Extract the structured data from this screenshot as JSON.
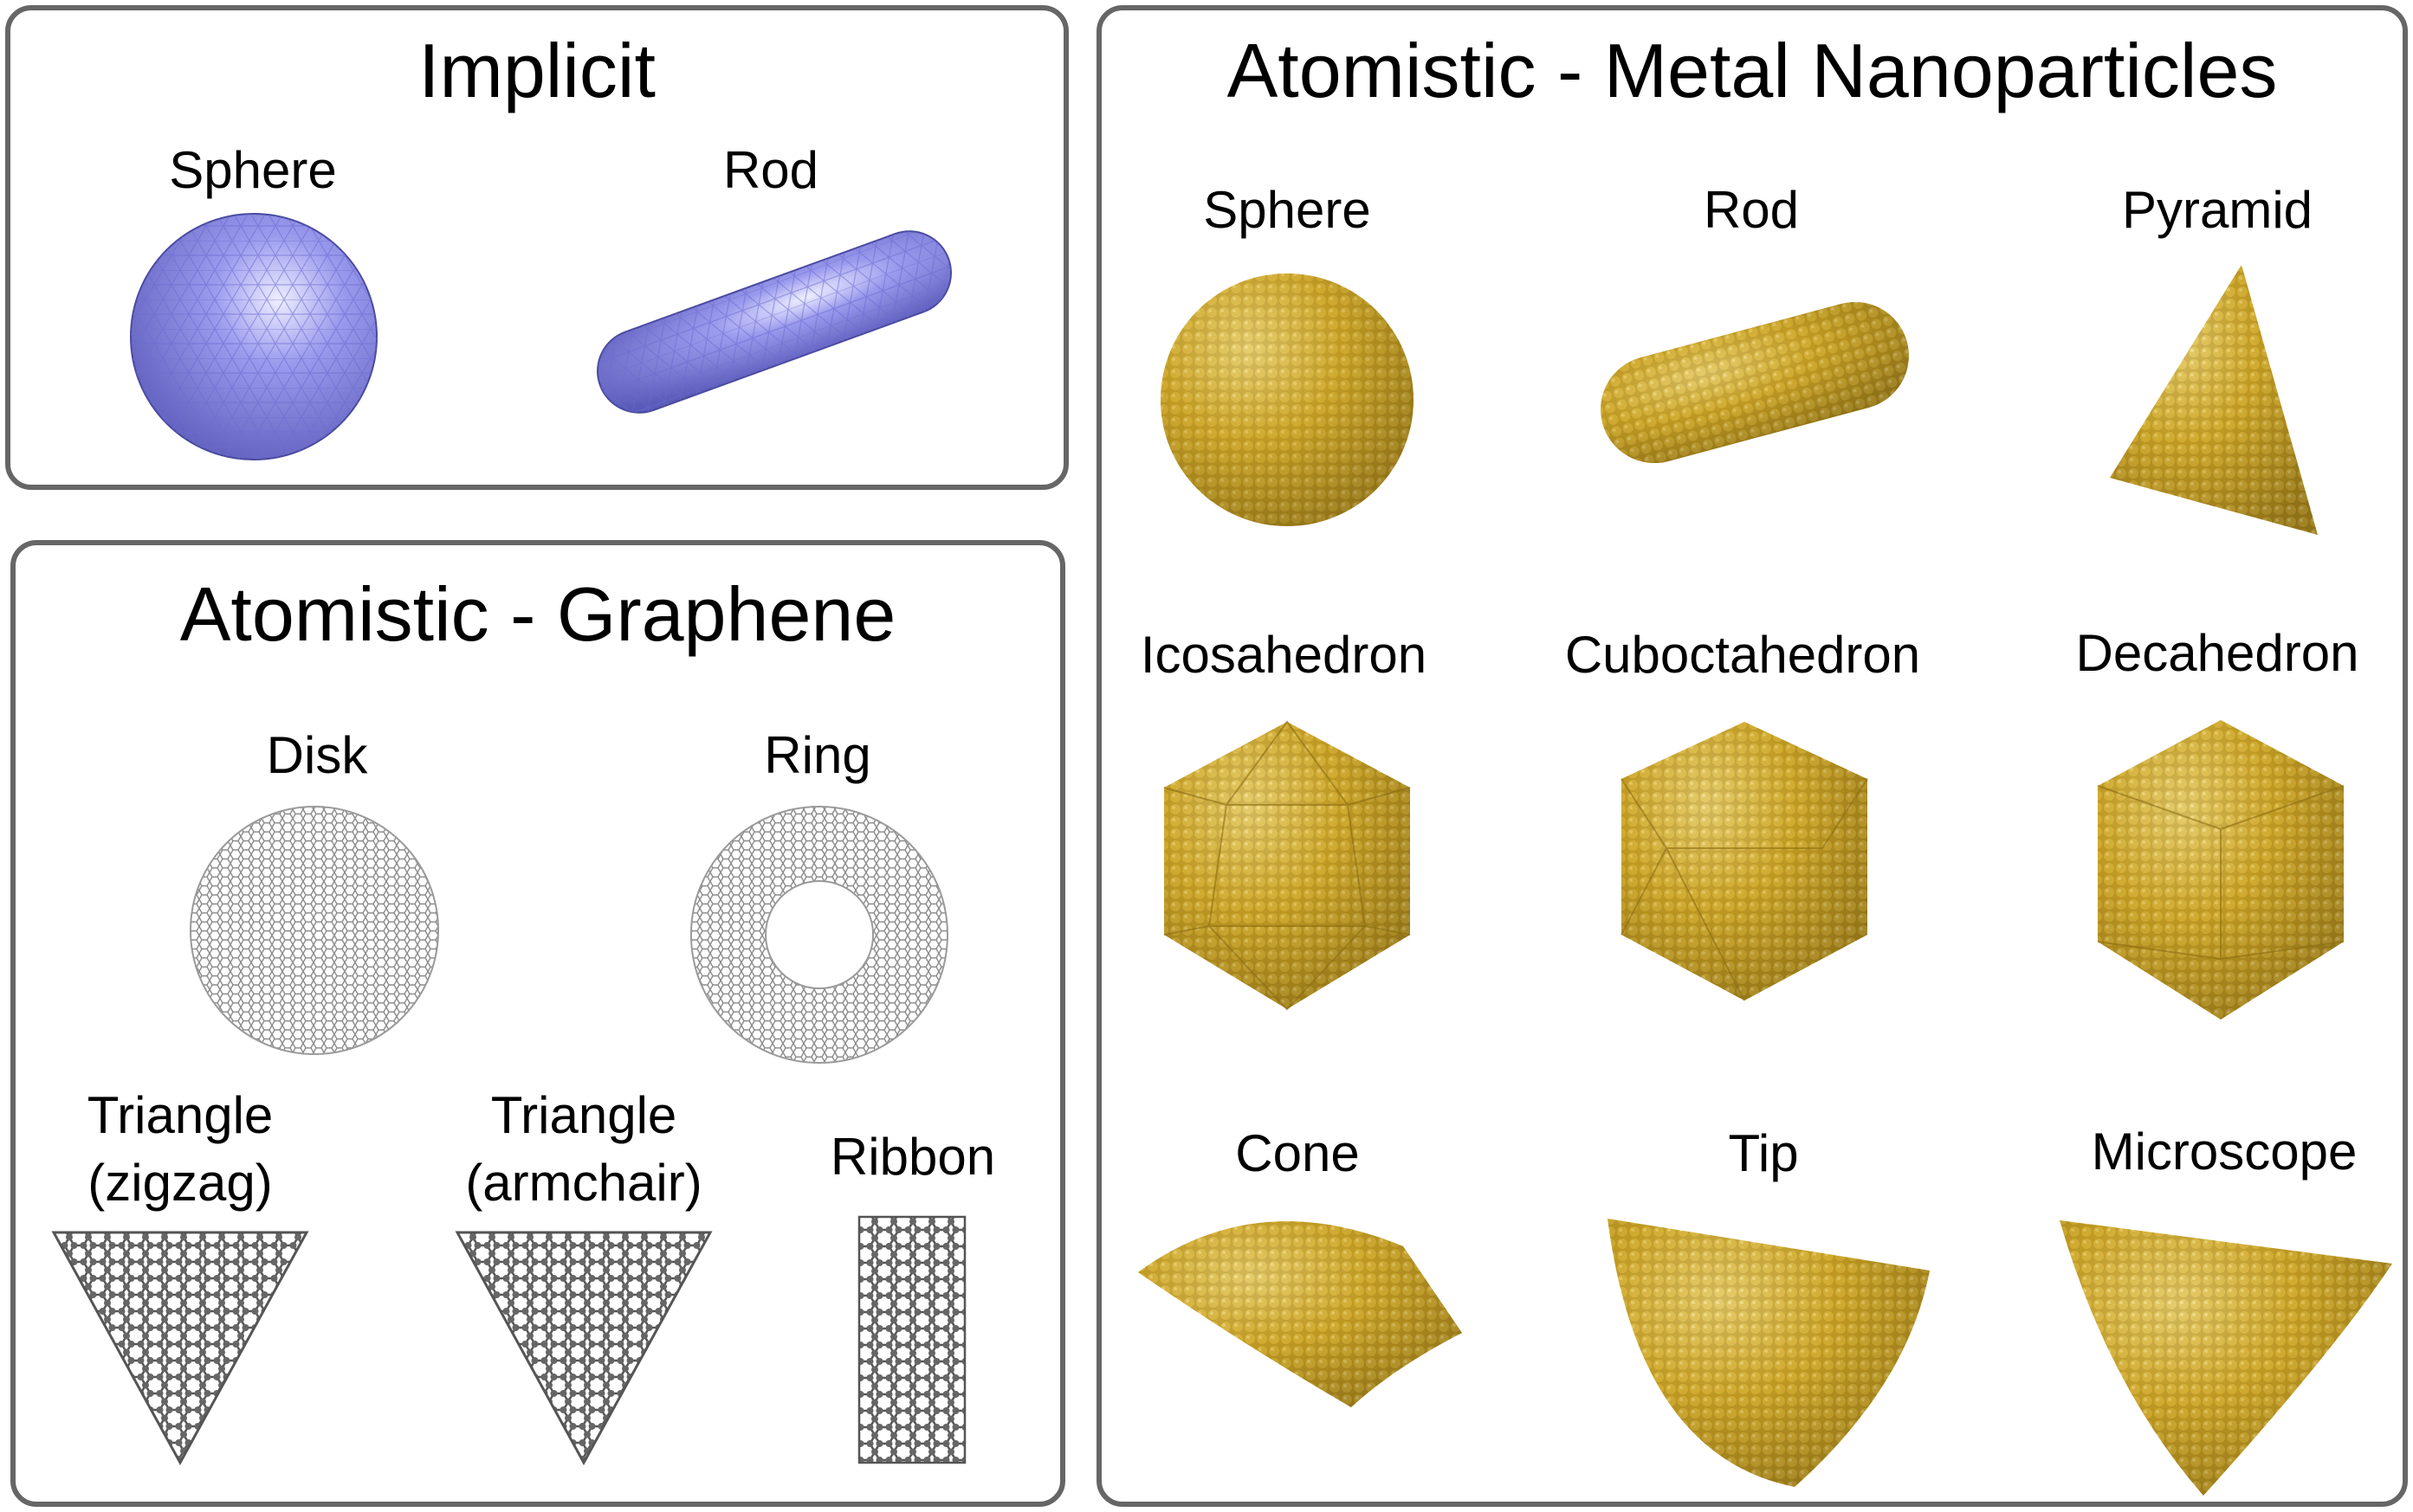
{
  "panels": {
    "implicit": {
      "title": "Implicit",
      "labels": {
        "sphere": "Sphere",
        "rod": "Rod"
      }
    },
    "graphene": {
      "title": "Atomistic - Graphene",
      "labels": {
        "disk": "Disk",
        "ring": "Ring",
        "tri_zig_1": "Triangle",
        "tri_zig_2": "(zigzag)",
        "tri_arm_1": "Triangle",
        "tri_arm_2": "(armchair)",
        "ribbon": "Ribbon"
      }
    },
    "metal": {
      "title": "Atomistic - Metal Nanoparticles",
      "labels": {
        "sphere": "Sphere",
        "rod": "Rod",
        "pyramid": "Pyramid",
        "icosahedron": "Icosahedron",
        "cuboctahedron": "Cuboctahedron",
        "decahedron": "Decahedron",
        "cone": "Cone",
        "tip": "Tip",
        "microscope": "Microscope"
      }
    }
  },
  "colors": {
    "border": "#666666",
    "implicit_fill": "#8f8fe6",
    "gold": "#c9a227",
    "graphene_gray": "#8a8a8a"
  }
}
